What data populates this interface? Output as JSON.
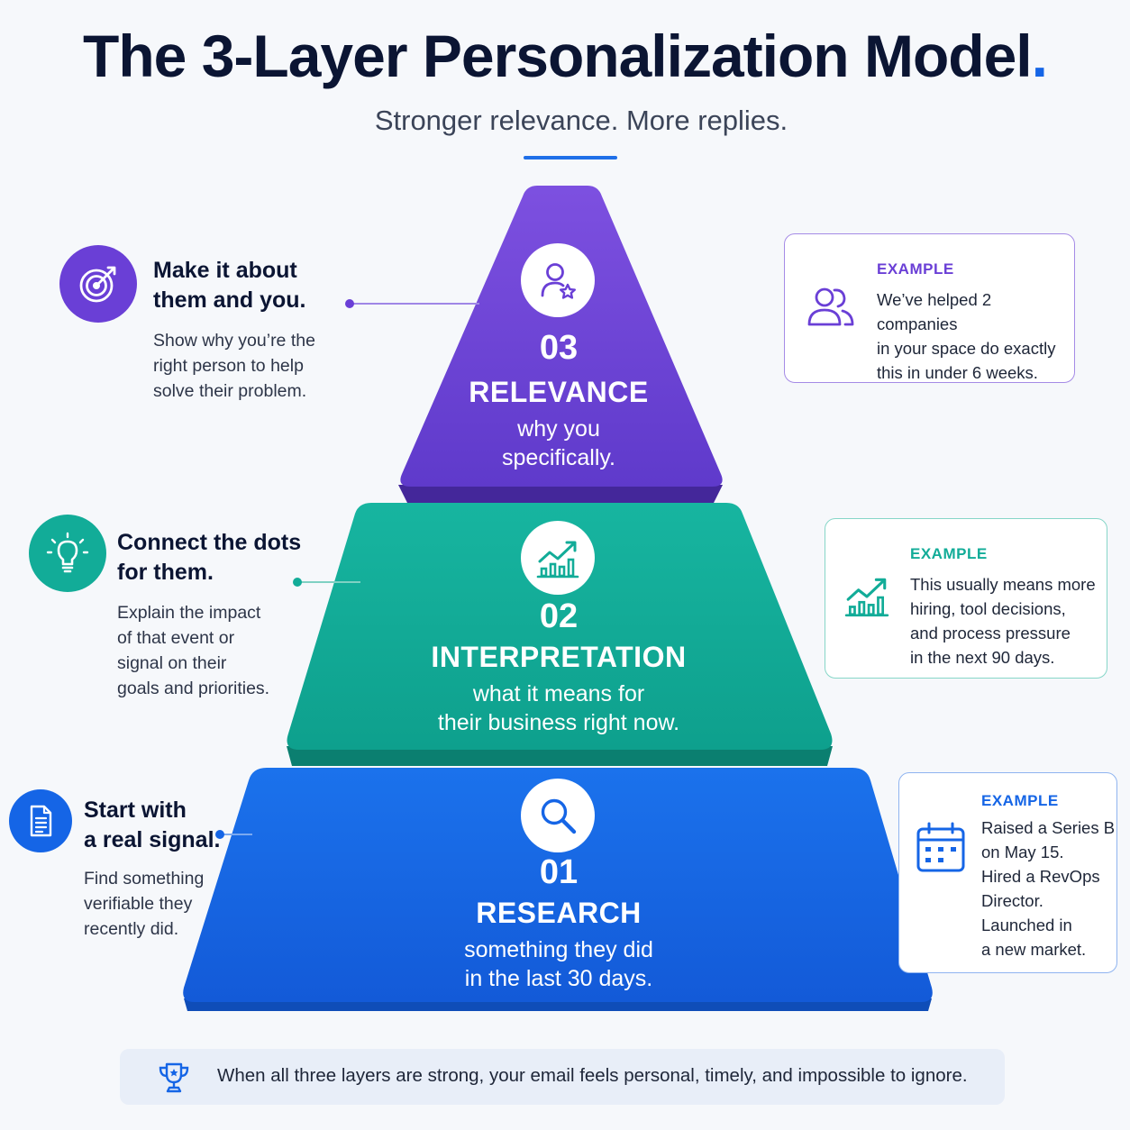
{
  "header": {
    "title": "The 3-Layer Personalization Model",
    "title_dot": ".",
    "subtitle": "Stronger relevance. More replies."
  },
  "colors": {
    "relevance": "#6a3fd6",
    "interpretation": "#12ac98",
    "research": "#1565e6",
    "accent_blue": "#1f6fe8"
  },
  "layers": {
    "relevance": {
      "number": "03",
      "name": "RELEVANCE",
      "desc_line1": "why you",
      "desc_line2": "specifically.",
      "icon": "user-star-icon"
    },
    "interpretation": {
      "number": "02",
      "name": "INTERPRETATION",
      "desc_line1": "what it means for",
      "desc_line2": "their business right now.",
      "icon": "growth-chart-icon"
    },
    "research": {
      "number": "01",
      "name": "RESEARCH",
      "desc_line1": "something they did",
      "desc_line2": "in the last 30 days.",
      "icon": "magnifier-icon"
    }
  },
  "left_notes": {
    "relevance": {
      "icon": "target-icon",
      "head_line1": "Make it about",
      "head_line2": "them and you.",
      "body_line1": "Show why you’re the",
      "body_line2": "right person to help",
      "body_line3": "solve their problem."
    },
    "interpretation": {
      "icon": "lightbulb-icon",
      "head_line1": "Connect the dots",
      "head_line2": "for them.",
      "body_line1": "Explain the impact",
      "body_line2": "of that event or",
      "body_line3": "signal on their",
      "body_line4": "goals and priorities."
    },
    "research": {
      "icon": "document-icon",
      "head_line1": "Start with",
      "head_line2": "a real signal.",
      "body_line1": "Find something",
      "body_line2": "verifiable they",
      "body_line3": "recently did."
    }
  },
  "examples": {
    "relevance": {
      "label": "EXAMPLE",
      "icon": "users-icon",
      "line1": "We’ve helped 2 companies",
      "line2": "in your space do exactly",
      "line3": "this in under 6 weeks."
    },
    "interpretation": {
      "label": "EXAMPLE",
      "icon": "growth-chart-icon",
      "line1": "This usually means more",
      "line2": "hiring, tool decisions,",
      "line3": "and process pressure",
      "line4": "in the next 90 days."
    },
    "research": {
      "label": "EXAMPLE",
      "icon": "calendar-icon",
      "line1": "Raised a Series B",
      "line2": "on May 15.",
      "line3": "Hired a RevOps",
      "line4": "Director.",
      "line5": "Launched in",
      "line6": "a new market."
    }
  },
  "footer": {
    "icon": "trophy-icon",
    "text": "When all three layers are strong, your email feels personal, timely, and impossible to ignore."
  }
}
